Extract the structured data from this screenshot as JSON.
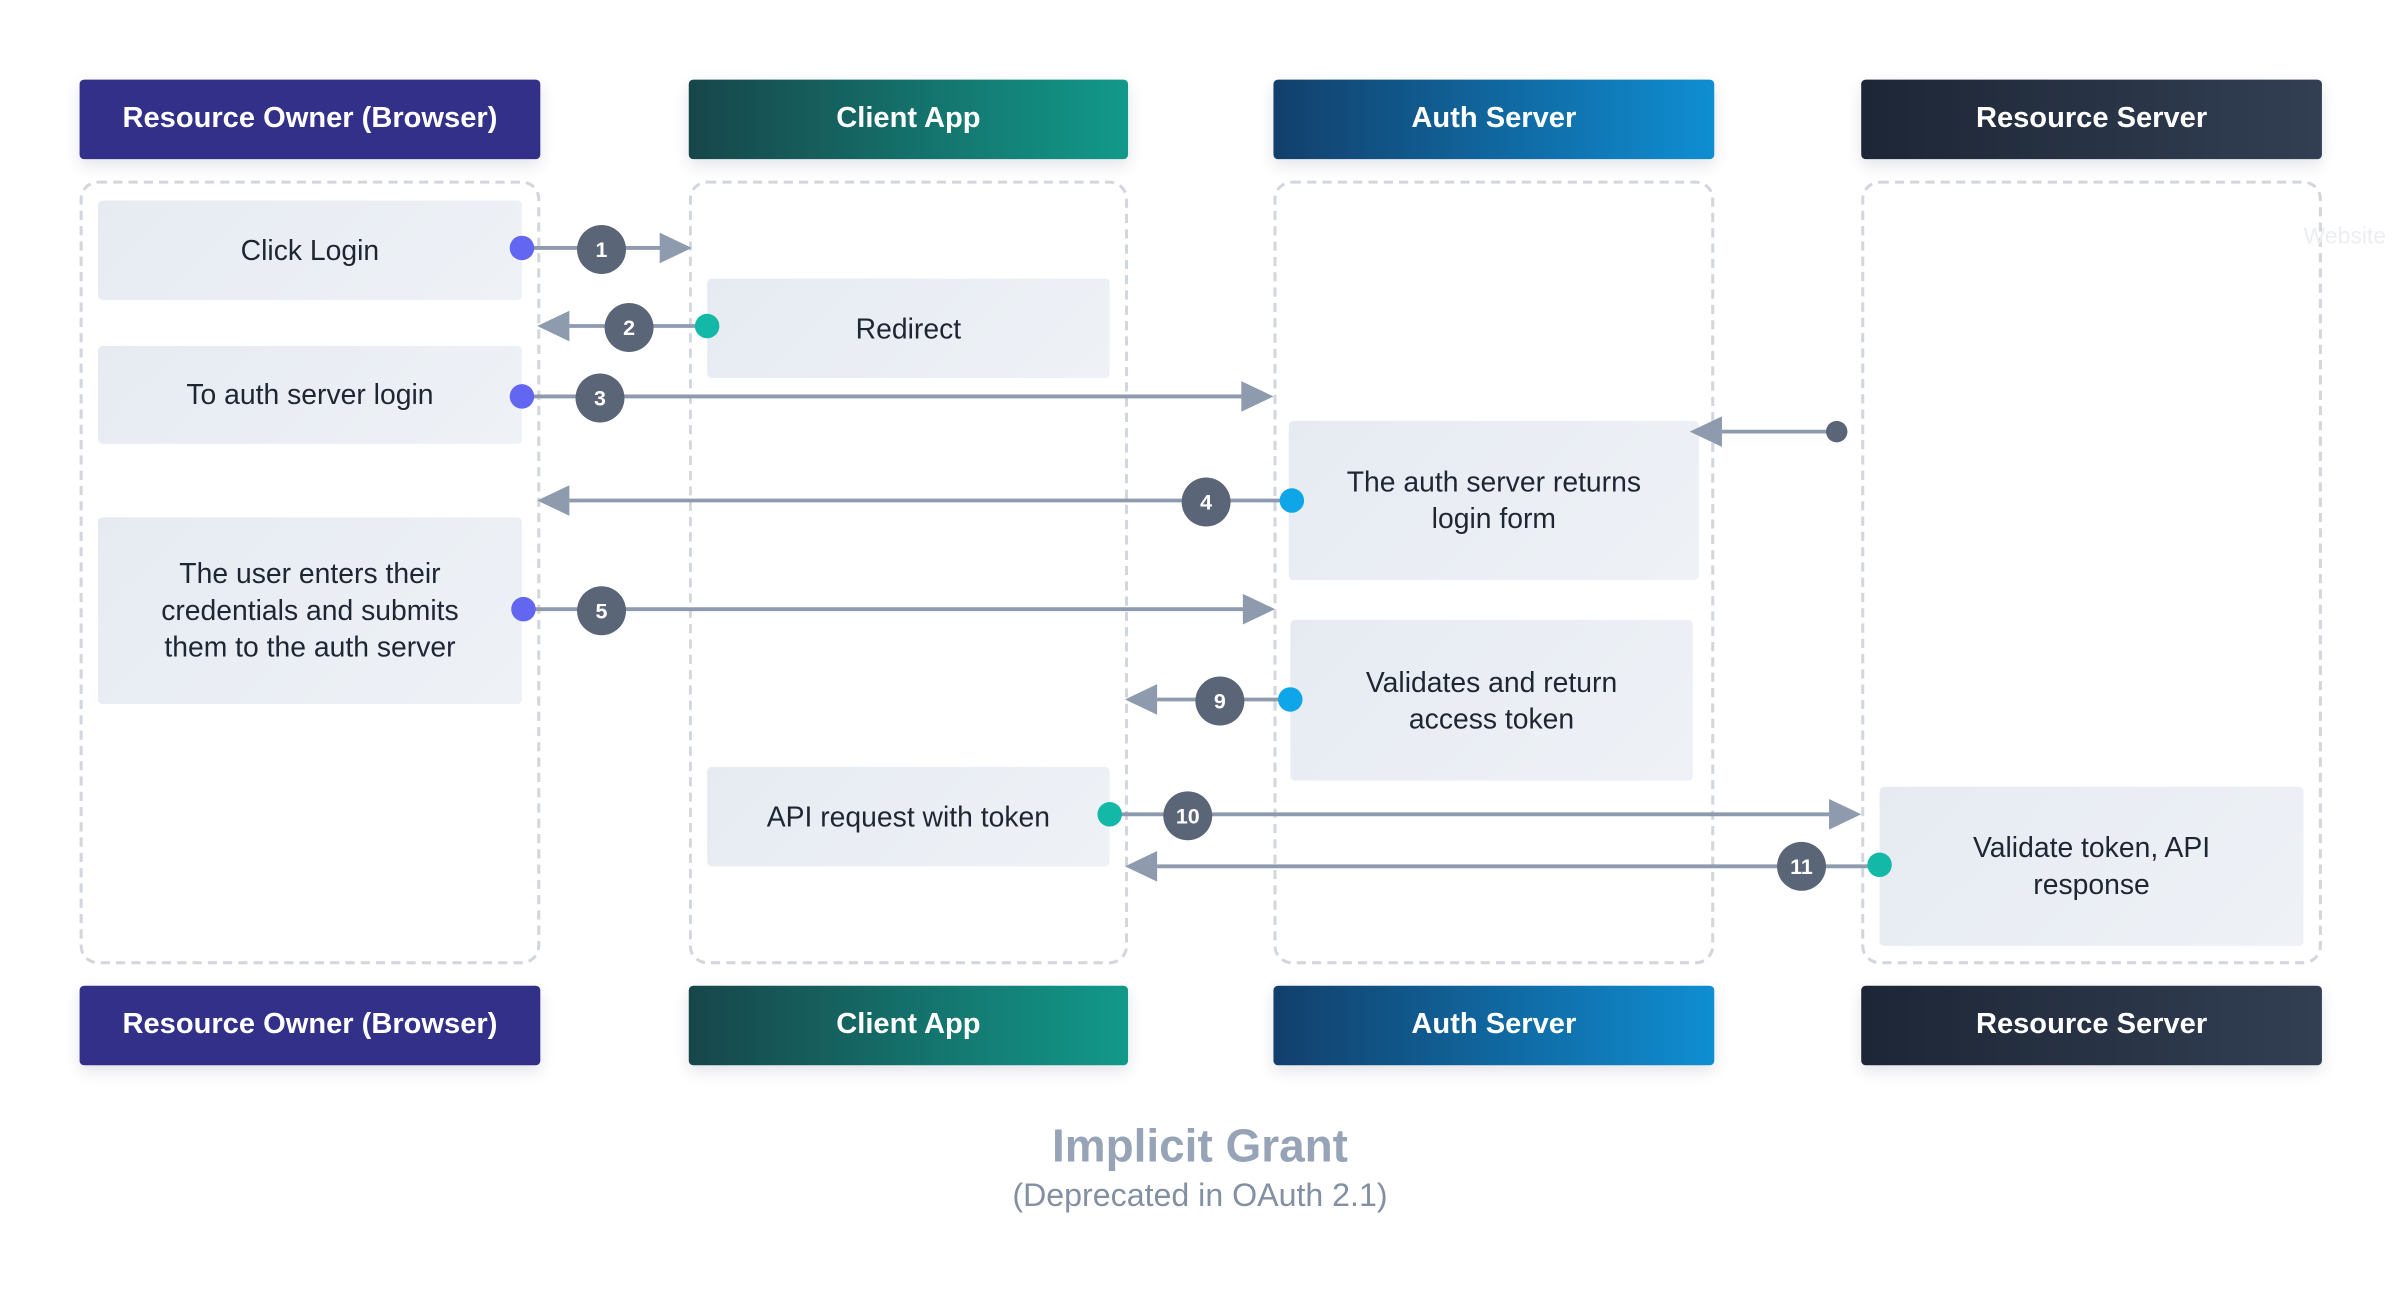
{
  "lanes": {
    "owner": "Resource Owner (Browser)",
    "client": "Client App",
    "auth": "Auth Server",
    "resource": "Resource Server"
  },
  "steps": {
    "click_login": "Click Login",
    "redirect": "Redirect",
    "to_auth_login": "To auth server login",
    "returns_login_form": "The auth server returns login form",
    "enter_credentials": "The user enters their credentials and submits them to the auth server",
    "validate_return_token": "Validates and return access token",
    "api_request": "API request with token",
    "validate_api_response": "Validate token, API response"
  },
  "badges": {
    "b1": "1",
    "b2": "2",
    "b3": "3",
    "b4": "4",
    "b5": "5",
    "b9": "9",
    "b10": "10",
    "b11": "11"
  },
  "colors": {
    "owner_dot": "#6366f1",
    "client_dot": "#14b8a6",
    "auth_dot": "#0ea5e9",
    "resource_dot": "#5b6578",
    "arrow": "#8e9aae",
    "badge": "#5b6578"
  },
  "watermark": "Website",
  "footer": {
    "title": "Implicit Grant",
    "subtitle": "(Deprecated in OAuth 2.1)"
  }
}
